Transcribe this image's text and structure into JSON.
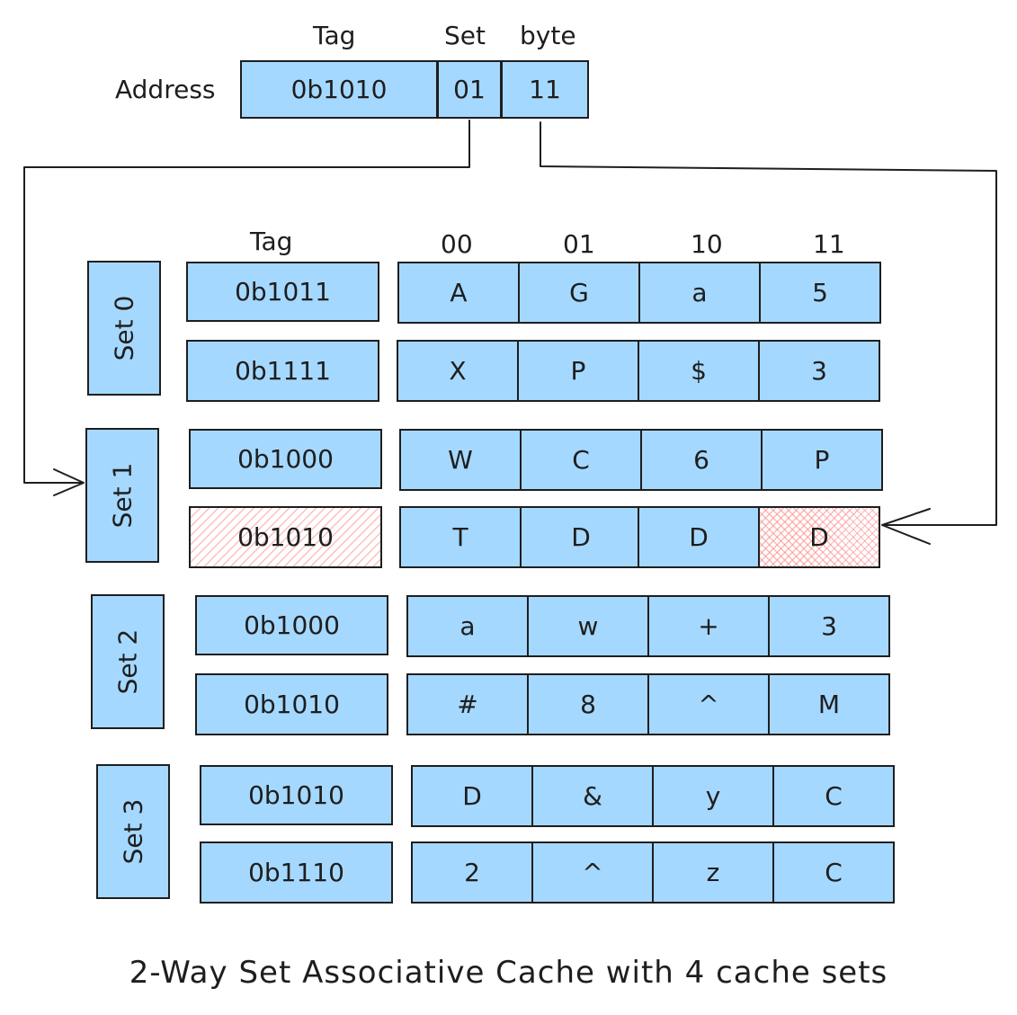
{
  "address": {
    "label": "Address",
    "tag_header": "Tag",
    "set_header": "Set",
    "byte_header": "byte",
    "tag": "0b1010",
    "set": "01",
    "byte": "11"
  },
  "table_headers": {
    "tag": "Tag",
    "bytes": [
      "00",
      "01",
      "10",
      "11"
    ]
  },
  "sets": [
    {
      "label": "Set 0",
      "ways": [
        {
          "tag": "0b1011",
          "bytes": [
            "A",
            "G",
            "a",
            "5"
          ]
        },
        {
          "tag": "0b1111",
          "bytes": [
            "X",
            "P",
            "$",
            "3"
          ]
        }
      ]
    },
    {
      "label": "Set 1",
      "ways": [
        {
          "tag": "0b1000",
          "bytes": [
            "W",
            "C",
            "6",
            "P"
          ]
        },
        {
          "tag": "0b1010",
          "bytes": [
            "T",
            "D",
            "D",
            "D"
          ]
        }
      ]
    },
    {
      "label": "Set 2",
      "ways": [
        {
          "tag": "0b1000",
          "bytes": [
            "a",
            "w",
            "+",
            "3"
          ]
        },
        {
          "tag": "0b1010",
          "bytes": [
            "#",
            "8",
            "^",
            "M"
          ]
        }
      ]
    },
    {
      "label": "Set 3",
      "ways": [
        {
          "tag": "0b1010",
          "bytes": [
            "D",
            "&",
            "y",
            "C"
          ]
        },
        {
          "tag": "0b1110",
          "bytes": [
            "2",
            "^",
            "z",
            "C"
          ]
        }
      ]
    }
  ],
  "caption": "2-Way Set Associative Cache with 4 cache sets",
  "colors": {
    "cell_fill": "#a5d8ff",
    "hit_highlight": "#ff8787",
    "stroke": "#1e1e1e"
  }
}
